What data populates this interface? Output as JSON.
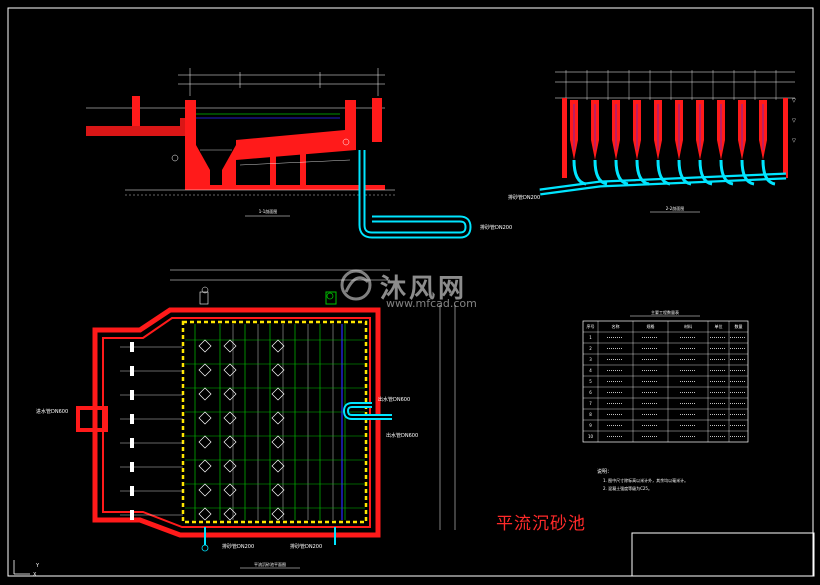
{
  "drawing": {
    "title": "平流沉砂池",
    "watermark": {
      "brand": "沐风网",
      "url": "www.mfcad.com",
      "logo_icon": "mfcad-logo-icon"
    },
    "colors": {
      "background": "#000000",
      "wall": "#ff1a1a",
      "pipe": "#00e5ff",
      "line": "#ffffff",
      "green": "#00c000",
      "blue": "#2a2aff",
      "yellow": "#ffe600"
    }
  },
  "views": {
    "section_1": {
      "caption": "1-1剖面图"
    },
    "section_2": {
      "caption": "2-2剖面图"
    },
    "plan": {
      "caption": "平流沉砂池平面图"
    }
  },
  "table": {
    "title": "主要工程数量表",
    "headers": [
      "序号",
      "名称",
      "规格",
      "材料",
      "单位",
      "数量"
    ],
    "row_count": 10
  },
  "notes": {
    "heading": "说明：",
    "lines": [
      "1. 图中尺寸除标高以米计外，其余均以毫米计。",
      "2. 混凝土强度等级为C25。"
    ]
  }
}
